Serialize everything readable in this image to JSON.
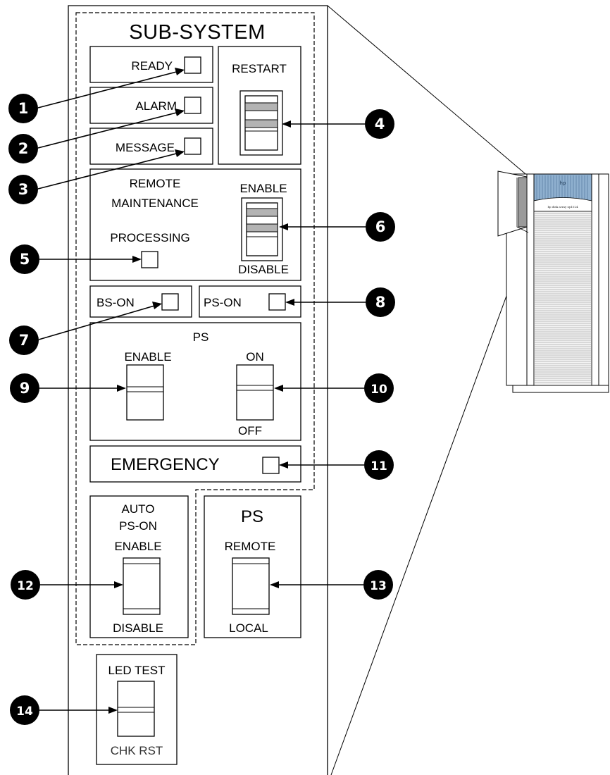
{
  "panel": {
    "title": "SUB-SYSTEM",
    "ready_label": "READY",
    "alarm_label": "ALARM",
    "message_label": "MESSAGE",
    "restart_label": "RESTART",
    "remote_label_line1": "REMOTE",
    "remote_label_line2": "MAINTENANCE",
    "processing_label": "PROCESSING",
    "remote_enable_label": "ENABLE",
    "remote_disable_label": "DISABLE",
    "bs_on_label": "BS-ON",
    "ps_on_label": "PS-ON",
    "ps_label": "PS",
    "ps_enable_label": "ENABLE",
    "ps_on_switch_label": "ON",
    "ps_off_switch_label": "OFF",
    "emergency_label": "EMERGENCY",
    "auto_label_line1": "AUTO",
    "auto_label_line2": "PS-ON",
    "auto_enable_label": "ENABLE",
    "auto_disable_label": "DISABLE",
    "ps_mode_label": "PS",
    "ps_remote_label": "REMOTE",
    "ps_local_label": "LOCAL",
    "led_test_label": "LED TEST",
    "chk_rst_label": "CHK RST"
  },
  "callouts": [
    "1",
    "2",
    "3",
    "4",
    "5",
    "6",
    "7",
    "8",
    "9",
    "10",
    "11",
    "12",
    "13",
    "14"
  ],
  "cabinet": {
    "logo_text": "hp",
    "product_text": "hp disk array xp1024"
  },
  "colors": {
    "stripe": "#b3b3b3",
    "cabinet_top": "#8fb0cf",
    "callout_fill": "#000000"
  }
}
